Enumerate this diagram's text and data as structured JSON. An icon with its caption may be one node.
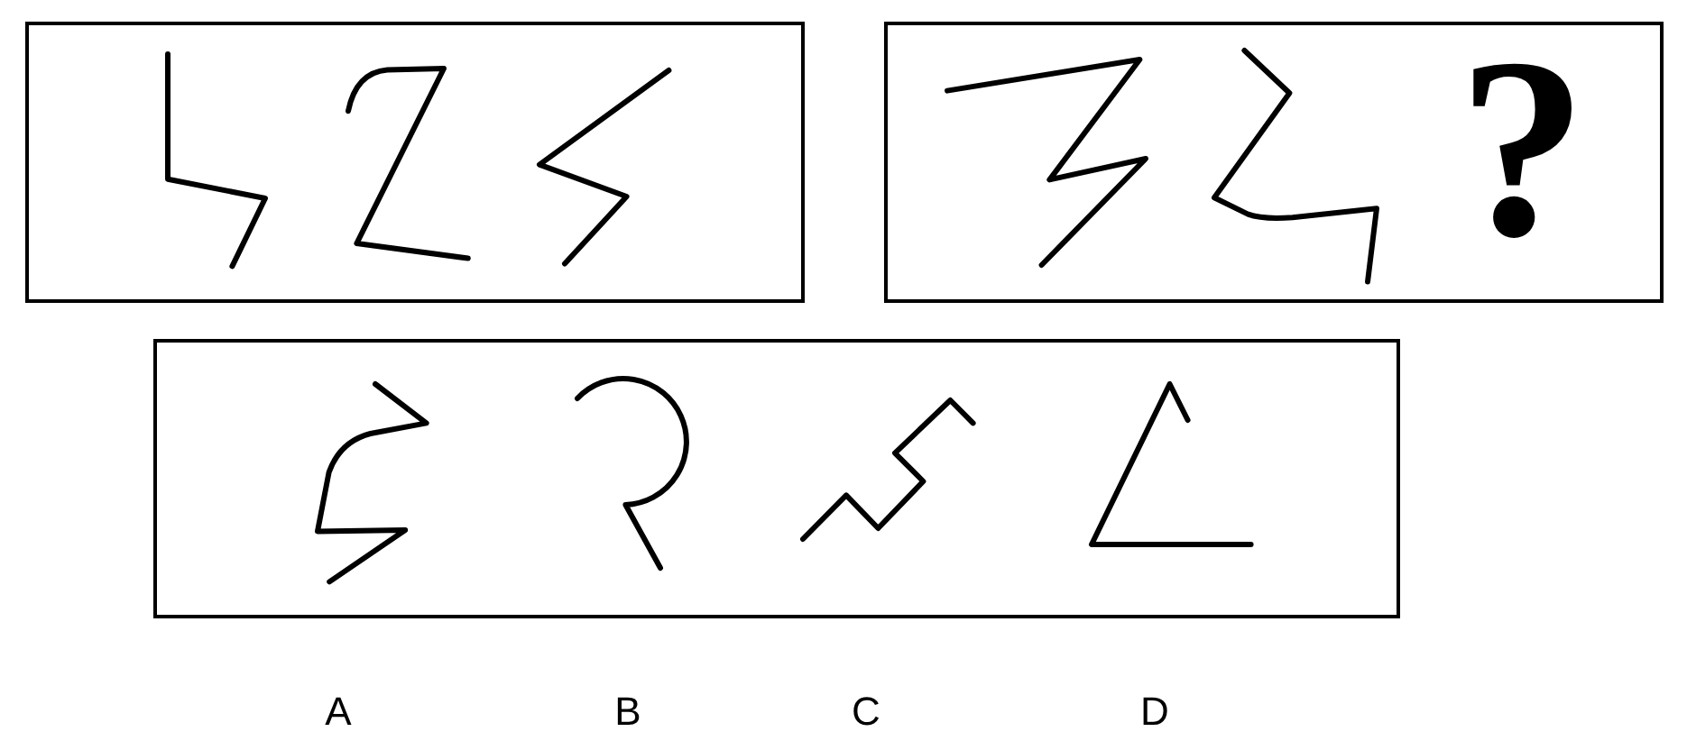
{
  "diagram": {
    "nodes": [
      {
        "text": [],
        "shape": "box"
      },
      {
        "text": [
          "?"
        ]
      },
      {
        "text": [],
        "shape": "box"
      }
    ],
    "labels": [
      "A",
      "B",
      "C",
      "D"
    ]
  }
}
